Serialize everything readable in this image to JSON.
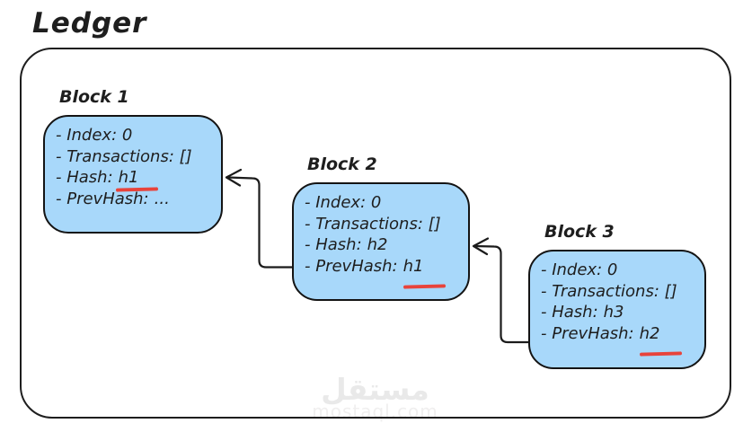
{
  "title": "Ledger",
  "blocks": [
    {
      "label": "Block 1",
      "index_line": "- Index: 0",
      "transactions_line": "- Transactions: []",
      "hash_label": "- Hash:",
      "hash_value": "h1",
      "prevhash_label": "- PrevHash:",
      "prevhash_value": "...",
      "underlined_field": "hash_value"
    },
    {
      "label": "Block 2",
      "index_line": "- Index: 0",
      "transactions_line": "- Transactions: []",
      "hash_label": "- Hash:",
      "hash_value": "h2",
      "prevhash_label": "- PrevHash:",
      "prevhash_value": "h1",
      "underlined_field": "prevhash_value"
    },
    {
      "label": "Block 3",
      "index_line": "- Index: 0",
      "transactions_line": "- Transactions: []",
      "hash_label": "- Hash:",
      "hash_value": "h3",
      "prevhash_label": "- PrevHash:",
      "prevhash_value": "h2",
      "underlined_field": "prevhash_value"
    }
  ],
  "arrows": [
    {
      "from": "Block 2 PrevHash",
      "to": "Block 1 Hash"
    },
    {
      "from": "Block 3 PrevHash",
      "to": "Block 2 Hash"
    }
  ],
  "watermark": {
    "arabic": "مستقل",
    "latin": "mostaql.com"
  },
  "colors": {
    "block_fill": "#a8d8fa",
    "stroke": "#1e1e1e",
    "underline_red": "#e8433b",
    "watermark_gray": "#e9e9e9"
  }
}
